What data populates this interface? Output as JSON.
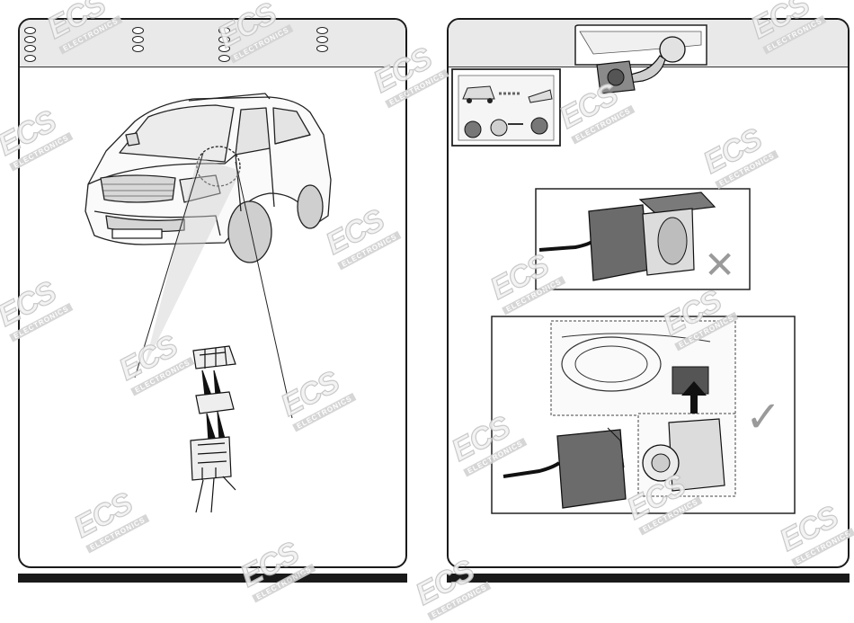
{
  "document": {
    "watermark": {
      "logo_text": "ECS",
      "subtext": "ELECTRONICS"
    },
    "left_page": {
      "header_circle_groups": 4,
      "figure": "vehicle-with-connector-detail"
    },
    "right_page": {
      "figures": [
        "tow-bar-socket",
        "plug-steps-diagram",
        "incorrect-orientation",
        "correct-orientation"
      ],
      "marks": {
        "incorrect": "✕",
        "correct": "✓"
      }
    }
  }
}
